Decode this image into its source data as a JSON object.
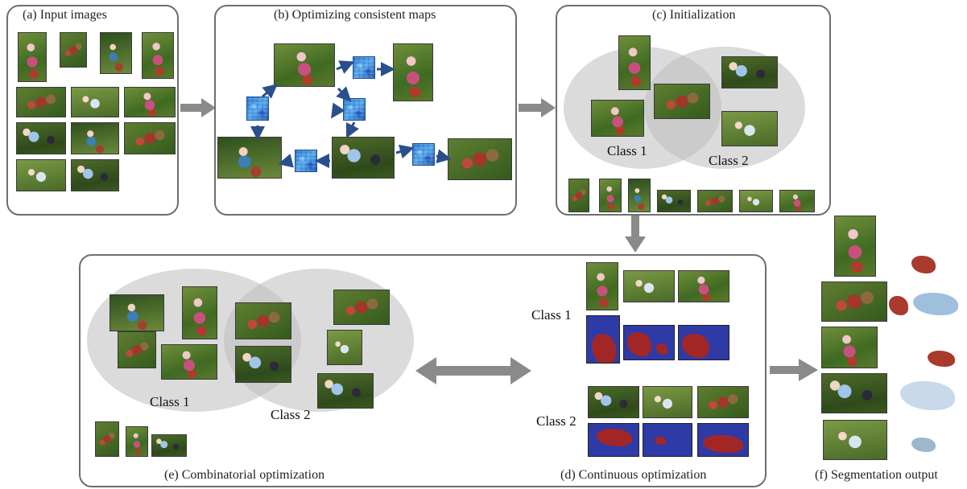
{
  "panels": {
    "a": {
      "caption": "(a) Input images"
    },
    "b": {
      "caption": "(b) Optimizing consistent maps"
    },
    "c": {
      "caption": "(c) Initialization",
      "class1": "Class 1",
      "class2": "Class  2"
    },
    "d": {
      "caption": "(d) Continuous optimization",
      "class1": "Class 1",
      "class2": "Class 2"
    },
    "e": {
      "caption": "(e) Combinatorial optimization",
      "class1": "Class 1",
      "class2": "Class 2"
    },
    "f": {
      "caption": "(f) Segmentation output"
    }
  },
  "colors": {
    "panel_border": "#6e6e6e",
    "arrow_gray": "#8a8a8a",
    "map_blue": "#2d7fd8",
    "arrow_dark_blue": "#2b4f8c",
    "segment_foreground": "#a32626",
    "segment_background": "#2e3aa6",
    "class_region": "#bebebe"
  }
}
